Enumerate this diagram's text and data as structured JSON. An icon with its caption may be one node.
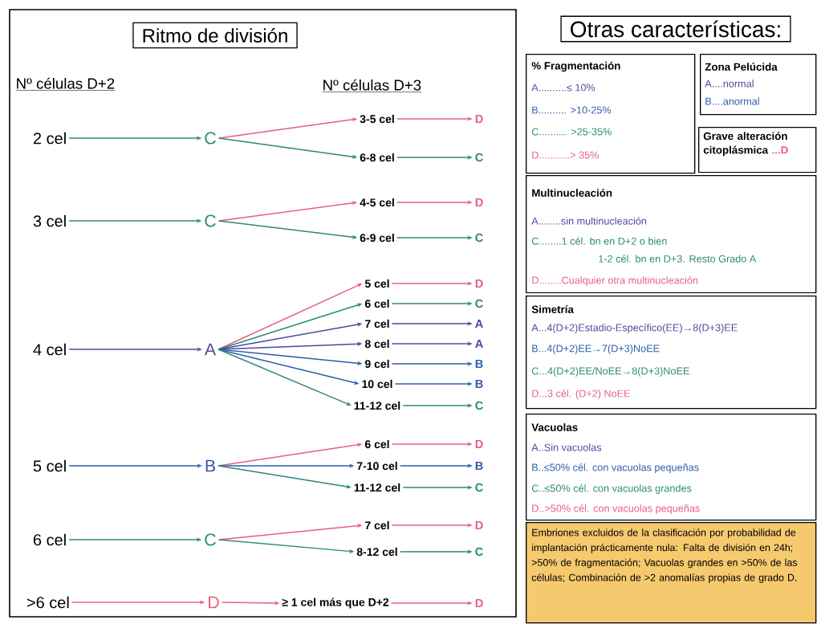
{
  "diagram": {
    "nodes": [
      {
        "text": [
          "Ritmo de división"
        ]
      },
      {
        "text": [
          "2 cel"
        ]
      },
      {
        "text": [
          "C"
        ]
      },
      {
        "text": [
          "3-5 cel"
        ]
      },
      {
        "text": [
          "D"
        ]
      },
      {
        "text": [
          "6-8 cel"
        ]
      },
      {
        "text": [
          "C"
        ]
      },
      {
        "text": [
          "3 cel"
        ]
      },
      {
        "text": [
          "C"
        ]
      },
      {
        "text": [
          "4-5 cel"
        ]
      },
      {
        "text": [
          "D"
        ]
      },
      {
        "text": [
          "6-9 cel"
        ]
      },
      {
        "text": [
          "C"
        ]
      },
      {
        "text": [
          "4 cel"
        ]
      },
      {
        "text": [
          "A"
        ]
      },
      {
        "text": [
          "5 cel"
        ]
      },
      {
        "text": [
          "D"
        ]
      },
      {
        "text": [
          "6 cel"
        ]
      },
      {
        "text": [
          "C"
        ]
      },
      {
        "text": [
          "7 cel"
        ]
      },
      {
        "text": [
          "A"
        ]
      },
      {
        "text": [
          "8 cel"
        ]
      },
      {
        "text": [
          "A"
        ]
      },
      {
        "text": [
          "9 cel"
        ]
      },
      {
        "text": [
          "B"
        ]
      },
      {
        "text": [
          "10 cel"
        ]
      },
      {
        "text": [
          "B"
        ]
      },
      {
        "text": [
          "11-12 cel"
        ]
      },
      {
        "text": [
          "C"
        ]
      },
      {
        "text": [
          "5 cel"
        ]
      },
      {
        "text": [
          "B"
        ]
      },
      {
        "text": [
          "6 cel"
        ]
      },
      {
        "text": [
          "D"
        ]
      },
      {
        "text": [
          "7-10 cel"
        ]
      },
      {
        "text": [
          "B"
        ]
      },
      {
        "text": [
          "11-12 cel"
        ]
      },
      {
        "text": [
          "C"
        ]
      },
      {
        "text": [
          "6 cel"
        ]
      },
      {
        "text": [
          "C"
        ]
      },
      {
        "text": [
          "7 cel"
        ]
      },
      {
        "text": [
          "D"
        ]
      },
      {
        "text": [
          "8-12 cel"
        ]
      },
      {
        "text": [
          "C"
        ]
      },
      {
        "text": [
          ">6 cel"
        ]
      },
      {
        "text": [
          "D"
        ]
      },
      {
        "text": [
          "≥ 1 cel más que D+2"
        ]
      },
      {
        "text": [
          "D"
        ]
      },
      {
        "text": [
          "Otras características:"
        ]
      },
      {
        "text": [
          "% Fragmentación",
          "A..........≤ 10%",
          "B.......... >10-25%",
          "C.......... >25-35%",
          "D...........> 35%"
        ]
      },
      {
        "text": [
          "Zona Pelúcida",
          "A....normal",
          "B....anormal"
        ]
      },
      {
        "text": [
          "Grave alteración citoplásmica",
          "...D"
        ]
      },
      {
        "text": [
          "Multinucleación",
          "A........sin multinucleación",
          "C........1 cél. bn en D+2 o bien",
          "1-2 cél. bn en D+3. Resto Grado A",
          "D........Cualquier otra multinucleación"
        ]
      },
      {
        "text": [
          "Simetría",
          "A...4(D+2)Estadio-Específico(EE)→8(D+3)EE",
          "B...4(D+2)EE→7(D+3)NoEE",
          "C...4(D+2)EE/NoEE→8(D+3)NoEE",
          "D...3 cél. (D+2) NoEE"
        ]
      },
      {
        "text": [
          "Vacuolas",
          "A..Sin vacuolas",
          "B..≤50% cél. con vacuolas pequeñas",
          "C..≤50% cél. con vacuolas grandes",
          "D..>50% cél. con vacuolas pequeñas"
        ]
      },
      {
        "text": [
          "Embriones excluidos de la clasificación por probabilidad de implantación prácticamente nula: Falta de división en 24h; >50% de fragmentación; Vacuolas grandes en >50% de las células; Combinación de >2 anomalías propias de grado D."
        ]
      }
    ],
    "edges": [
      {
        "from": 1,
        "to": 2,
        "arrow": "to",
        "color": "#2b8a7a"
      },
      {
        "from": 2,
        "to": 3,
        "arrow": "to",
        "color": "#e5607f"
      },
      {
        "from": 2,
        "to": 5,
        "arrow": "to",
        "color": "#2b8a7a"
      },
      {
        "from": 3,
        "to": 4,
        "arrow": "to",
        "color": "#e5607f"
      },
      {
        "from": 5,
        "to": 6,
        "arrow": "to",
        "color": "#2b8a7a"
      },
      {
        "from": 7,
        "to": 8,
        "arrow": "to",
        "color": "#2b8a7a"
      },
      {
        "from": 8,
        "to": 9,
        "arrow": "to",
        "color": "#e5607f"
      },
      {
        "from": 8,
        "to": 11,
        "arrow": "to",
        "color": "#2b8a7a"
      },
      {
        "from": 9,
        "to": 10,
        "arrow": "to",
        "color": "#e5607f"
      },
      {
        "from": 11,
        "to": 12,
        "arrow": "to",
        "color": "#2b8a7a"
      },
      {
        "from": 13,
        "to": 14,
        "arrow": "to",
        "color": "#4e4a9e"
      },
      {
        "from": 14,
        "to": 15,
        "arrow": "to",
        "color": "#e5607f"
      },
      {
        "from": 14,
        "to": 17,
        "arrow": "to",
        "color": "#2b8a7a"
      },
      {
        "from": 14,
        "to": 19,
        "arrow": "to",
        "color": "#4e4a9e"
      },
      {
        "from": 14,
        "to": 21,
        "arrow": "to",
        "color": "#4e4a9e"
      },
      {
        "from": 14,
        "to": 23,
        "arrow": "to",
        "color": "#2d5ea9"
      },
      {
        "from": 14,
        "to": 25,
        "arrow": "to",
        "color": "#2d5ea9"
      },
      {
        "from": 14,
        "to": 27,
        "arrow": "to",
        "color": "#2b8a7a"
      },
      {
        "from": 15,
        "to": 16,
        "arrow": "to",
        "color": "#e5607f"
      },
      {
        "from": 17,
        "to": 18,
        "arrow": "to",
        "color": "#2b8a7a"
      },
      {
        "from": 19,
        "to": 20,
        "arrow": "to",
        "color": "#4e4a9e"
      },
      {
        "from": 21,
        "to": 22,
        "arrow": "to",
        "color": "#4e4a9e"
      },
      {
        "from": 23,
        "to": 24,
        "arrow": "to",
        "color": "#2d5ea9"
      },
      {
        "from": 25,
        "to": 26,
        "arrow": "to",
        "color": "#2d5ea9"
      },
      {
        "from": 27,
        "to": 28,
        "arrow": "to",
        "color": "#2b8a7a"
      },
      {
        "from": 29,
        "to": 30,
        "arrow": "to",
        "color": "#2d5ea9"
      },
      {
        "from": 30,
        "to": 31,
        "arrow": "to",
        "color": "#e5607f"
      },
      {
        "from": 30,
        "to": 33,
        "arrow": "to",
        "color": "#2d5ea9"
      },
      {
        "from": 30,
        "to": 35,
        "arrow": "to",
        "color": "#2b8a7a"
      },
      {
        "from": 31,
        "to": 32,
        "arrow": "to",
        "color": "#e5607f"
      },
      {
        "from": 33,
        "to": 34,
        "arrow": "to",
        "color": "#2d5ea9"
      },
      {
        "from": 35,
        "to": 36,
        "arrow": "to",
        "color": "#2b8a7a"
      },
      {
        "from": 37,
        "to": 38,
        "arrow": "to",
        "color": "#2b8a7a"
      },
      {
        "from": 38,
        "to": 39,
        "arrow": "to",
        "color": "#e5607f"
      },
      {
        "from": 38,
        "to": 41,
        "arrow": "to",
        "color": "#2b8a7a"
      },
      {
        "from": 39,
        "to": 40,
        "arrow": "to",
        "color": "#e5607f"
      },
      {
        "from": 41,
        "to": 42,
        "arrow": "to",
        "color": "#2b8a7a"
      },
      {
        "from": 43,
        "to": 44,
        "arrow": "to",
        "color": "#e5607f"
      },
      {
        "from": 44,
        "to": 45,
        "arrow": "to",
        "color": "#e5607f"
      },
      {
        "from": 45,
        "to": 46,
        "arrow": "to",
        "color": "#e5607f"
      }
    ],
    "labels": [
      "Nº células D+2",
      "Nº células D+3"
    ]
  }
}
